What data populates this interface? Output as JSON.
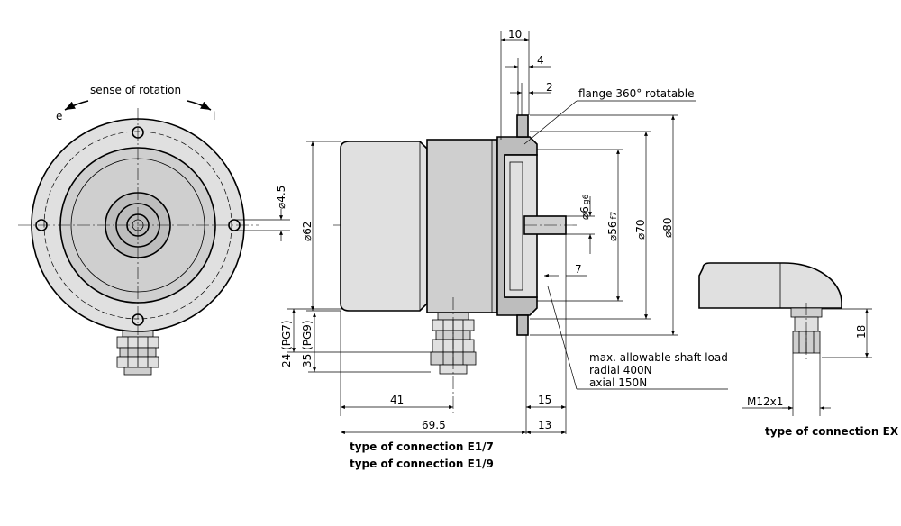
{
  "labels": {
    "sense_of_rotation": "sense of rotation",
    "dir_e": "e",
    "dir_i": "i",
    "flange_note": "flange 360° rotatable",
    "shaft_load_1": "max. allowable shaft load",
    "shaft_load_2": "radial 400N",
    "shaft_load_3": "axial 150N",
    "conn_e17": "type of connection E1/7",
    "conn_e19": "type of connection E1/9",
    "conn_ex": "type of connection EX"
  },
  "dimensions": {
    "d10": "10",
    "d4": "4",
    "d2": "2",
    "dia45": "⌀4.5",
    "dia62": "⌀62",
    "dia6": "⌀6",
    "dia6_tol": "g6",
    "dia56": "⌀56",
    "dia56_tol": "f7",
    "dia70": "⌀70",
    "dia80": "⌀80",
    "d7": "7",
    "pg7": "24 (PG7)",
    "pg9": "35 (PG9)",
    "d41": "41",
    "d15": "15",
    "d695": "69.5",
    "d13": "13",
    "d18": "18",
    "m12": "M12x1"
  }
}
